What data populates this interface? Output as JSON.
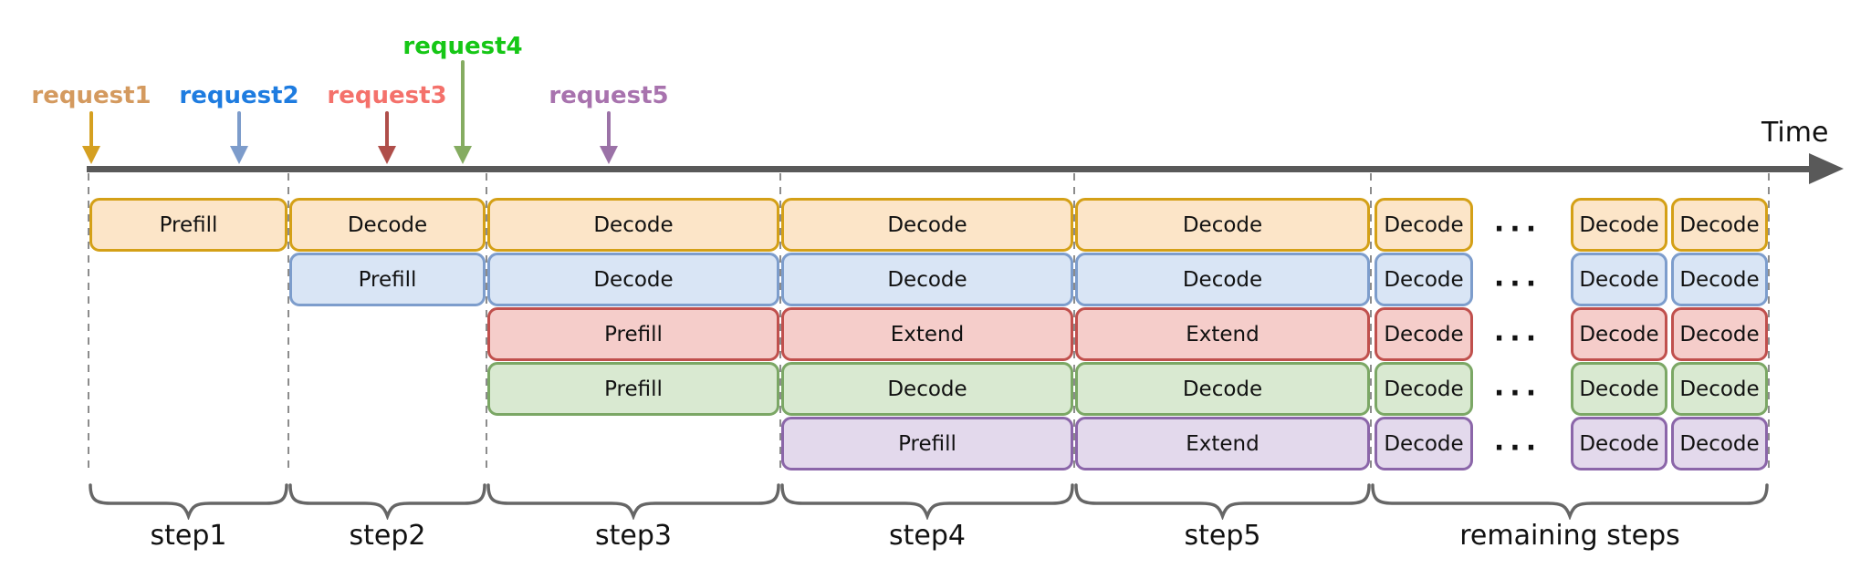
{
  "diagram": {
    "time_label": "Time",
    "ellipsis": "..."
  },
  "colors": {
    "axis": "#595959",
    "dashed_boundary": "#8C8C8C",
    "brace": "#666666",
    "box_text": "#111111"
  },
  "requests": [
    {
      "label": "request1",
      "text_color": "#D49A5F",
      "arrow_color": "#D5A021",
      "fill": "#FCE5C8",
      "border": "#D4A017"
    },
    {
      "label": "request2",
      "text_color": "#1E7CE0",
      "arrow_color": "#7D9CCB",
      "fill": "#D9E5F5",
      "border": "#7D9DCC"
    },
    {
      "label": "request3",
      "text_color": "#F4716B",
      "arrow_color": "#AF4E4A",
      "fill": "#F5CDCA",
      "border": "#C0504D"
    },
    {
      "label": "request4",
      "text_color": "#16C716",
      "arrow_color": "#85AC61",
      "fill": "#D9E9D1",
      "border": "#7BA765"
    },
    {
      "label": "request5",
      "text_color": "#A873AE",
      "arrow_color": "#9B72A7",
      "fill": "#E3D9EC",
      "border": "#8B66A9"
    }
  ],
  "steps": [
    {
      "label": "step1"
    },
    {
      "label": "step2"
    },
    {
      "label": "step3"
    },
    {
      "label": "step4"
    },
    {
      "label": "step5"
    },
    {
      "label": "remaining steps"
    }
  ],
  "schedule": {
    "rows": [
      {
        "request": "request1",
        "cells": [
          {
            "col": 0,
            "label": "Prefill"
          },
          {
            "col": 1,
            "label": "Decode"
          },
          {
            "col": 2,
            "label": "Decode"
          },
          {
            "col": 3,
            "label": "Decode"
          },
          {
            "col": 4,
            "label": "Decode"
          },
          {
            "col": 5,
            "label": "Decode"
          },
          {
            "col": 6,
            "label": "Decode"
          },
          {
            "col": 7,
            "label": "Decode"
          }
        ]
      },
      {
        "request": "request2",
        "cells": [
          {
            "col": 1,
            "label": "Prefill"
          },
          {
            "col": 2,
            "label": "Decode"
          },
          {
            "col": 3,
            "label": "Decode"
          },
          {
            "col": 4,
            "label": "Decode"
          },
          {
            "col": 5,
            "label": "Decode"
          },
          {
            "col": 6,
            "label": "Decode"
          },
          {
            "col": 7,
            "label": "Decode"
          }
        ]
      },
      {
        "request": "request3",
        "cells": [
          {
            "col": 2,
            "label": "Prefill"
          },
          {
            "col": 3,
            "label": "Extend"
          },
          {
            "col": 4,
            "label": "Extend"
          },
          {
            "col": 5,
            "label": "Decode"
          },
          {
            "col": 6,
            "label": "Decode"
          },
          {
            "col": 7,
            "label": "Decode"
          }
        ]
      },
      {
        "request": "request4",
        "cells": [
          {
            "col": 2,
            "label": "Prefill"
          },
          {
            "col": 3,
            "label": "Decode"
          },
          {
            "col": 4,
            "label": "Decode"
          },
          {
            "col": 5,
            "label": "Decode"
          },
          {
            "col": 6,
            "label": "Decode"
          },
          {
            "col": 7,
            "label": "Decode"
          }
        ]
      },
      {
        "request": "request5",
        "cells": [
          {
            "col": 3,
            "label": "Prefill"
          },
          {
            "col": 4,
            "label": "Extend"
          },
          {
            "col": 5,
            "label": "Decode"
          },
          {
            "col": 6,
            "label": "Decode"
          },
          {
            "col": 7,
            "label": "Decode"
          }
        ]
      }
    ]
  }
}
